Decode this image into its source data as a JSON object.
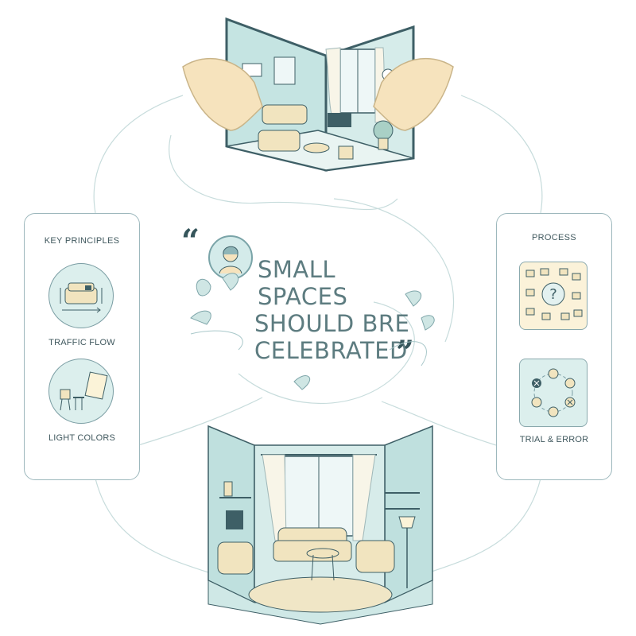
{
  "left_panel": {
    "title": "KEY PRINCIPLES",
    "items": [
      {
        "label": "TRAFFIC FLOW",
        "icon": "sofa-arrows-icon"
      },
      {
        "label": "LIGHT COLORS",
        "icon": "chair-table-light-icon"
      }
    ]
  },
  "right_panel": {
    "title": "PROCESS",
    "items": [
      {
        "label": "",
        "icon": "chairs-question-icon"
      },
      {
        "label": "TRIAL & ERROR",
        "icon": "cycle-check-x-icon"
      }
    ]
  },
  "quote": {
    "line1": "SMALL",
    "line2": "SPACES",
    "line3": "SHOULD BRE",
    "line4": "CELEBRATED",
    "open_mark": "“",
    "close_mark": "”"
  },
  "colors": {
    "accent": "#cfe6e4",
    "wall": "#bfe0de",
    "floor": "#f0e6c6",
    "outline": "#3e5f66",
    "panel_border": "#9db8bd"
  }
}
